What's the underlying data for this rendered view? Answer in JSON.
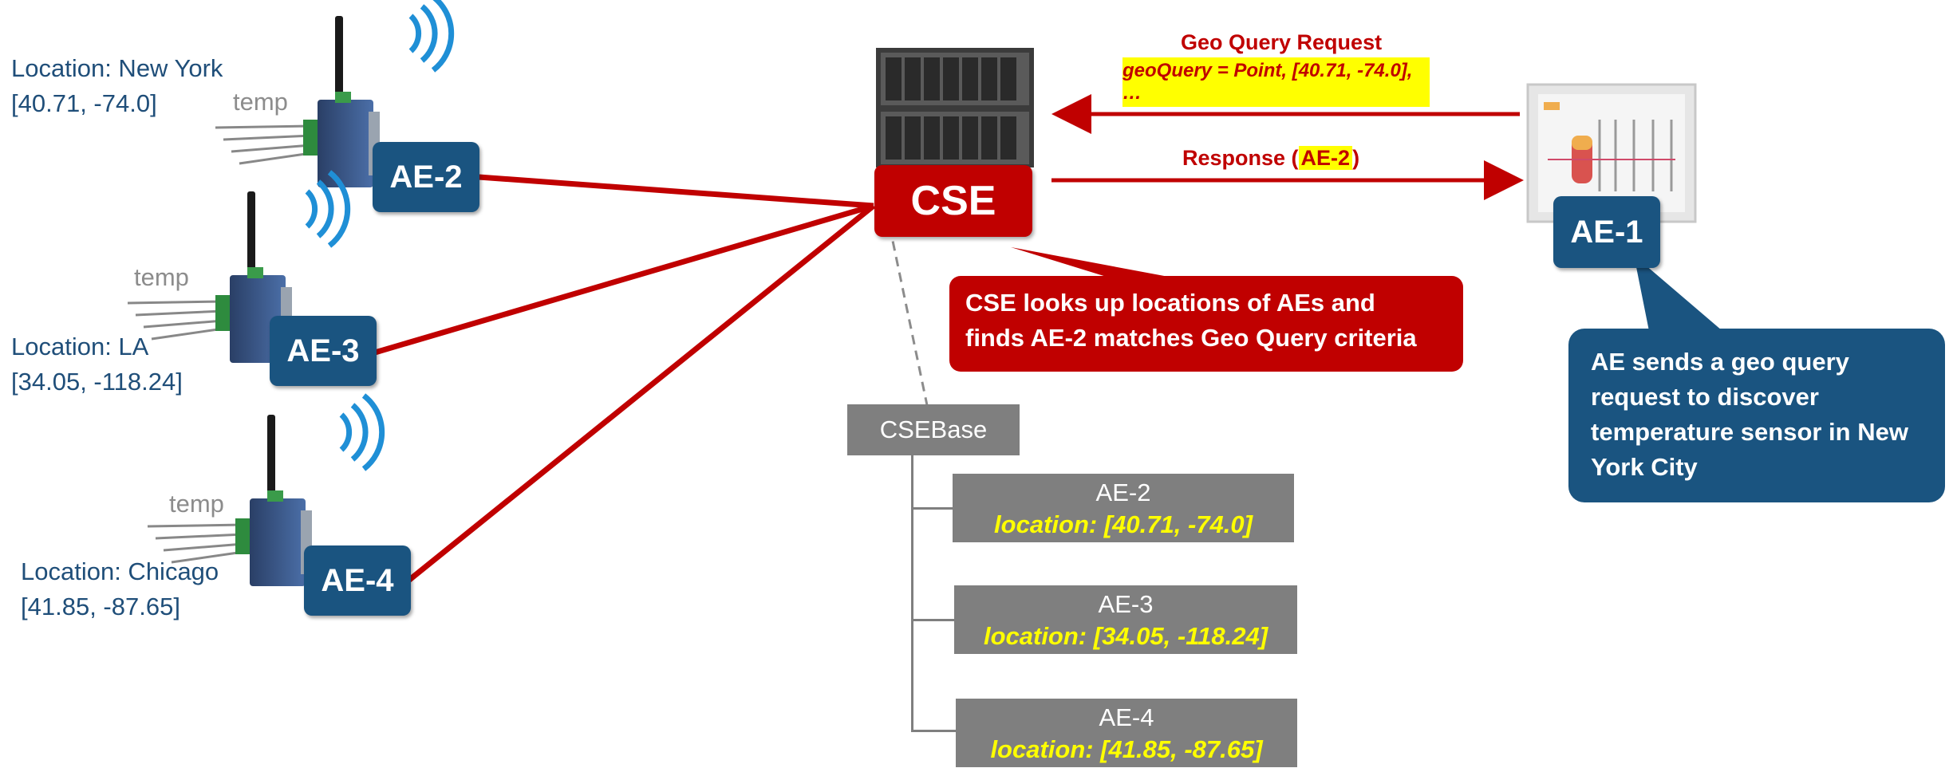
{
  "devices": [
    {
      "label": "AE-2",
      "sensor_label": "temp",
      "location_label": "Location: New York",
      "coordinates": "[40.71, -74.0]"
    },
    {
      "label": "AE-3",
      "sensor_label": "temp",
      "location_label": "Location: LA",
      "coordinates": "[34.05, -118.24]"
    },
    {
      "label": "AE-4",
      "sensor_label": "temp",
      "location_label": "Location: Chicago",
      "coordinates": "[41.85, -87.65]"
    }
  ],
  "cse": {
    "label": "CSE"
  },
  "request": {
    "title": "Geo Query Request",
    "query": "geoQuery = Point, [40.71, -74.0], …"
  },
  "response": {
    "prefix": "Response (",
    "match": "AE-2",
    "suffix": ")"
  },
  "cse_callout": {
    "line1": "CSE looks up locations of AEs and",
    "line2": "finds AE-2 matches Geo Query criteria"
  },
  "ae1": {
    "label": "AE-1"
  },
  "ae1_callout": {
    "text": "AE sends a geo query request to discover temperature sensor in New York City"
  },
  "tree": {
    "root": "CSEBase",
    "children": [
      {
        "name": "AE-2",
        "location": "location: [40.71, -74.0]"
      },
      {
        "name": "AE-3",
        "location": "location: [34.05, -118.24]"
      },
      {
        "name": "AE-4",
        "location": "location: [41.85, -87.65]"
      }
    ]
  },
  "colors": {
    "ae_blue": "#1a5480",
    "cse_red": "#c00000",
    "tree_grey": "#7f7f7f",
    "highlight_yellow": "#ffff00",
    "wifi_blue": "#1f8fd6"
  }
}
